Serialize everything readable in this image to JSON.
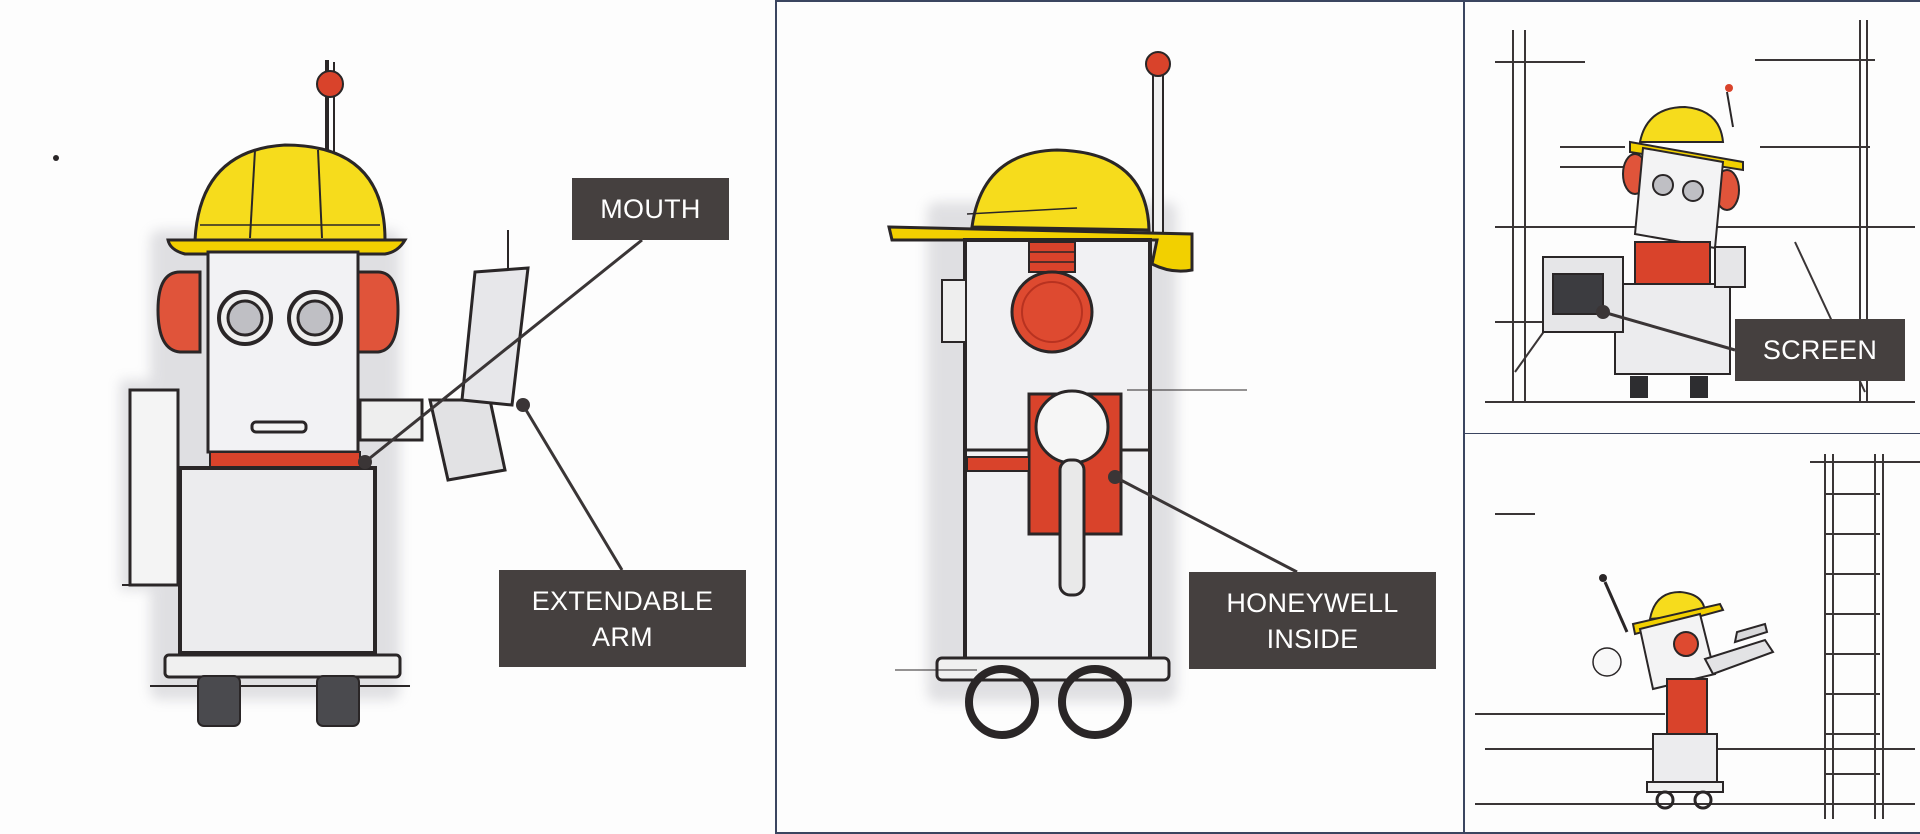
{
  "callouts": {
    "mouth": "MOUTH",
    "extendable_arm_line1": "EXTENDABLE",
    "extendable_arm_line2": "ARM",
    "honeywell_line1": "HONEYWELL",
    "honeywell_line2": "INSIDE",
    "screen": "SCREEN"
  },
  "colors": {
    "helmet": "#f6dc1c",
    "accent": "#d9432b",
    "ink": "#2a2627",
    "callout_bg": "#45403f",
    "divider": "#3b4560"
  }
}
